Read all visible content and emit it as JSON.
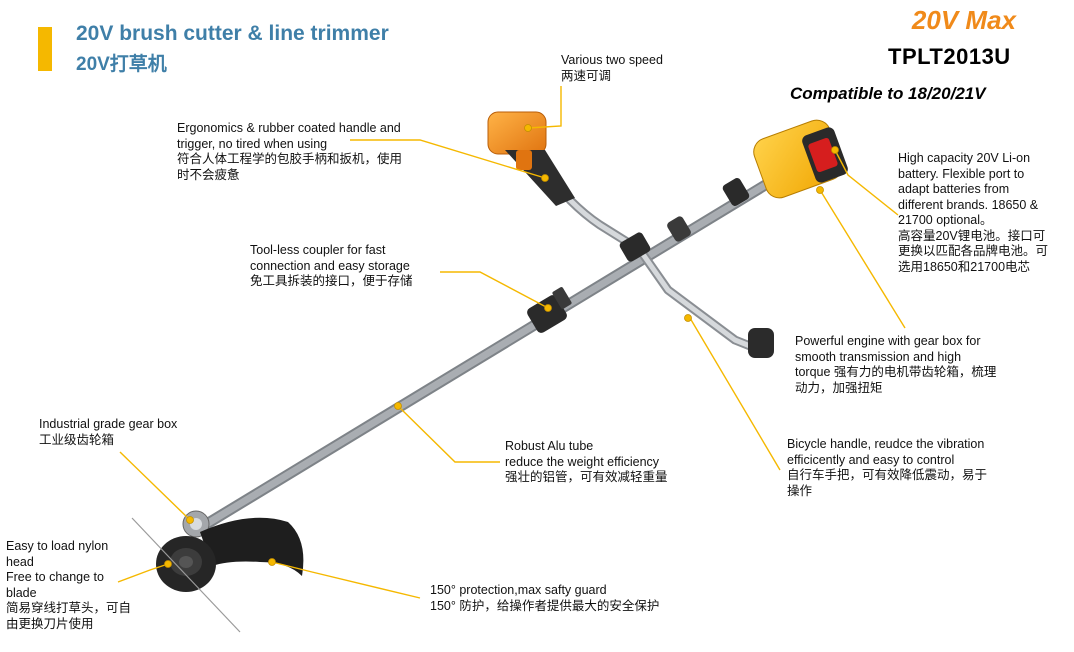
{
  "header": {
    "title_en": "20V brush cutter & line trimmer",
    "title_cn": "20V打草机",
    "max_label": "20V Max",
    "model": "TPLT2013U",
    "compatible": "Compatible to 18/20/21V"
  },
  "colors": {
    "accent": "#f5b800",
    "title": "#3f7fa8",
    "max_label": "#f08a1a",
    "leader_line": "#f5b800",
    "orange_body": "#f08a1a",
    "tube": "#b9bcc0"
  },
  "callouts": {
    "speed": {
      "lines": [
        "Various two speed",
        "两速可调"
      ]
    },
    "handle": {
      "lines": [
        "Ergonomics & rubber coated handle and",
        "trigger, no tired when using",
        "符合人体工程学的包胶手柄和扳机，使用",
        "时不会疲惫"
      ]
    },
    "battery": {
      "lines": [
        "High capacity 20V Li-on",
        "battery. Flexible port to",
        "adapt batteries from",
        "different brands. 18650 &",
        "21700 optional。",
        "高容量20V锂电池。接口可",
        "更换以匹配各品牌电池。可",
        "选用18650和21700电芯"
      ]
    },
    "coupler": {
      "lines": [
        "Tool-less coupler for fast",
        "connection and easy storage",
        "免工具拆装的接口，便于存储"
      ]
    },
    "engine": {
      "lines": [
        "Powerful engine with gear box for",
        "smooth transmission and high",
        "torque 强有力的电机带齿轮箱，梳理",
        "动力，加强扭矩"
      ]
    },
    "gearbox": {
      "lines": [
        "Industrial grade gear box",
        "工业级齿轮箱"
      ]
    },
    "tube": {
      "lines": [
        "Robust Alu tube",
        "reduce the weight efficiency",
        "强壮的铝管，可有效减轻重量"
      ]
    },
    "bicycle": {
      "lines": [
        "Bicycle handle, reudce the vibration",
        "efficicently and easy  to control",
        "自行车手把，可有效降低震动，易于",
        "操作"
      ]
    },
    "nylon_head": {
      "lines": [
        "Easy to load nylon",
        "head",
        "Free to change to",
        "blade",
        "简易穿线打草头，可自",
        "由更换刀片使用"
      ]
    },
    "guard": {
      "lines": [
        "150°  protection,max safty guard",
        "150°  防护，给操作者提供最大的安全保护"
      ]
    }
  }
}
